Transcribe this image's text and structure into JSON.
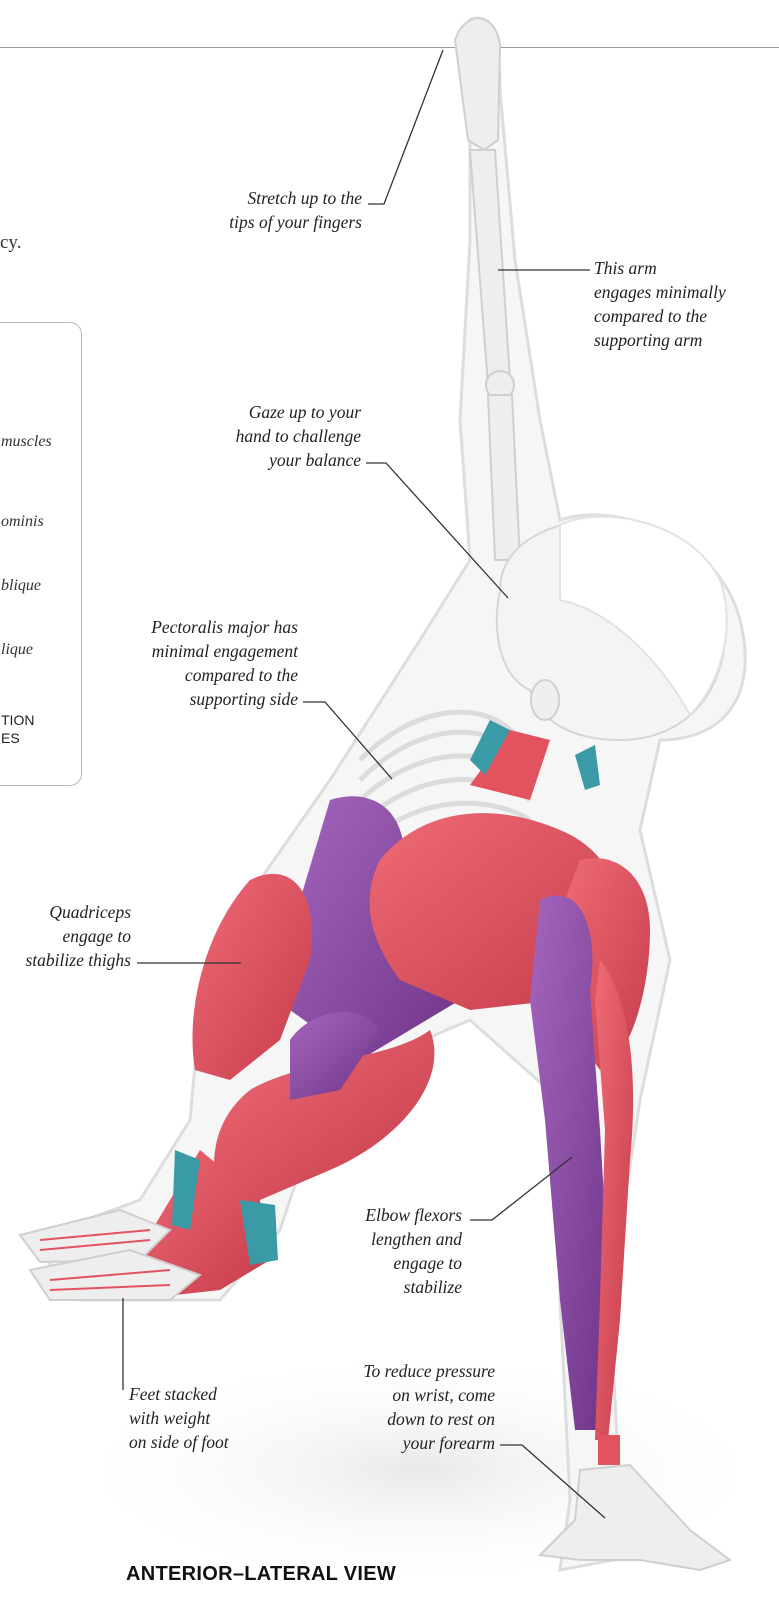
{
  "intro_fragment": "cy.",
  "legend": {
    "muscles": "muscles",
    "abdominis": "ominis",
    "oblique_1": "blique",
    "oblique_2": "lique",
    "caption_line1": "TION",
    "caption_line2": "ES"
  },
  "labels": {
    "fingers": [
      "Stretch up to the",
      "tips of your fingers"
    ],
    "arm": [
      "This arm",
      "engages minimally",
      "compared to the",
      "supporting arm"
    ],
    "gaze": [
      "Gaze up to your",
      "hand to challenge",
      "your balance"
    ],
    "pectoralis": [
      "Pectoralis major has",
      "minimal engagement",
      "compared to the",
      "supporting side"
    ],
    "quadriceps": [
      "Quadriceps",
      "engage to",
      "stabilize thighs"
    ],
    "elbow": [
      "Elbow flexors",
      "lengthen and",
      "engage to",
      "stabilize"
    ],
    "feet": [
      "Feet stacked",
      "with weight",
      "on side of foot"
    ],
    "wrist": [
      "To reduce pressure",
      "on wrist, come",
      "down to rest on",
      "your forearm"
    ]
  },
  "view_title": "ANTERIOR–LATERAL VIEW",
  "colors": {
    "muscle_red": "#e2525f",
    "muscle_purple": "#8d4aa6",
    "tendon_teal": "#3a9aa6",
    "skeleton": "#f1f1f1",
    "outline": "#d8d8d8",
    "leader": "#333333"
  }
}
